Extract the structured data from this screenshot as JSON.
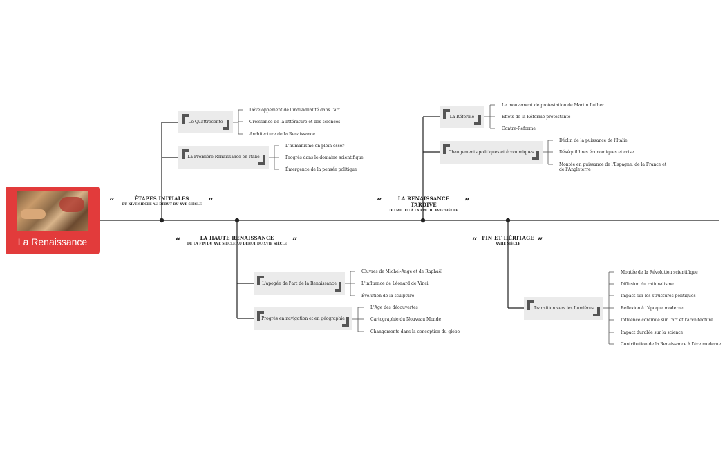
{
  "root": {
    "title": "La Renaissance"
  },
  "branches": {
    "b1": {
      "title": "ÉTAPES INITIALES",
      "subtitle": "DU XIVE SIÈCLE AU DÉBUT DU XVE SIÈCLE"
    },
    "b2": {
      "title": "LA HAUTE RENAISSANCE",
      "subtitle": "DE LA FIN DU XVE SIÈCLE AU DÉBUT DU XVIE SIÈCLE"
    },
    "b3": {
      "title": "LA RENAISSANCE TARDIVE",
      "subtitle": "DU MILIEU À LA FIN DU XVIE SIÈCLE"
    },
    "b4": {
      "title": "FIN ET HÉRITAGE",
      "subtitle": "XVIIE SIÈCLE"
    }
  },
  "quotes": {
    "open": "“",
    "close": "”"
  },
  "nodes": {
    "n1": {
      "label": "Le Quattrocento",
      "leaves": [
        "Développement de l'individualité dans l'art",
        "Croissance de la littérature et des sciences",
        "Architecture de la Renaissance"
      ]
    },
    "n2": {
      "label": "La Première Renaissance en Italie",
      "leaves": [
        "L'humanisme en plein essor",
        "Progrès dans le domaine scientifique",
        "Émergence de la pensée politique"
      ]
    },
    "n3": {
      "label": "L'apogée de l'art de la Renaissance",
      "leaves": [
        "Œuvres de Michel-Ange et de Raphaël",
        "L'influence de Léonard de Vinci",
        "Évolution de la sculpture"
      ]
    },
    "n4": {
      "label": "Progrès en navigation et en géographie",
      "leaves": [
        "L'Âge des découvertes",
        "Cartographie du Nouveau Monde",
        "Changements dans la conception du globe"
      ]
    },
    "n5": {
      "label": "La Réforme",
      "leaves": [
        "Le mouvement de protestation de Martin Luther",
        "Effets de la Réforme protestante",
        "Contre-Réforme"
      ]
    },
    "n6": {
      "label": "Changements politiques et économiques",
      "leaves": [
        "Déclin de la puissance de l'Italie",
        "Déséquilibres économiques et crise",
        "Montée en puissance de l'Espagne, de la France et",
        "de l'Angleterre"
      ]
    },
    "n7": {
      "label": "Transition vers les Lumières",
      "leaves": [
        "Montée de la Révolution scientifique",
        "Diffusion du rationalisme",
        "Impact sur les structures politiques",
        "Réflexion à l'époque moderne",
        "Influence continue sur l'art et l'architecture",
        "Impact durable sur la science",
        "Contribution de la Renaissance à l'ère moderne"
      ]
    }
  }
}
